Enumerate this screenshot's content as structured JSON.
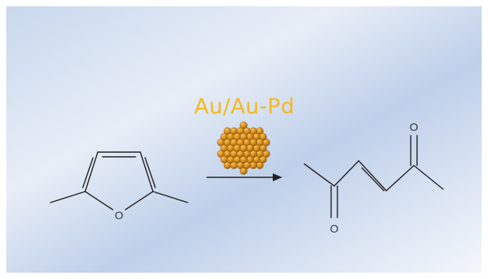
{
  "scheme": {
    "catalyst": "Au/Au-Pd",
    "reactant_atom": "O",
    "product_atom_top": "O",
    "product_atom_bottom": "O"
  },
  "colors": {
    "catalyst_label": "#f4b822",
    "nanoparticle": "#d4891a",
    "bonds": "#222222"
  }
}
